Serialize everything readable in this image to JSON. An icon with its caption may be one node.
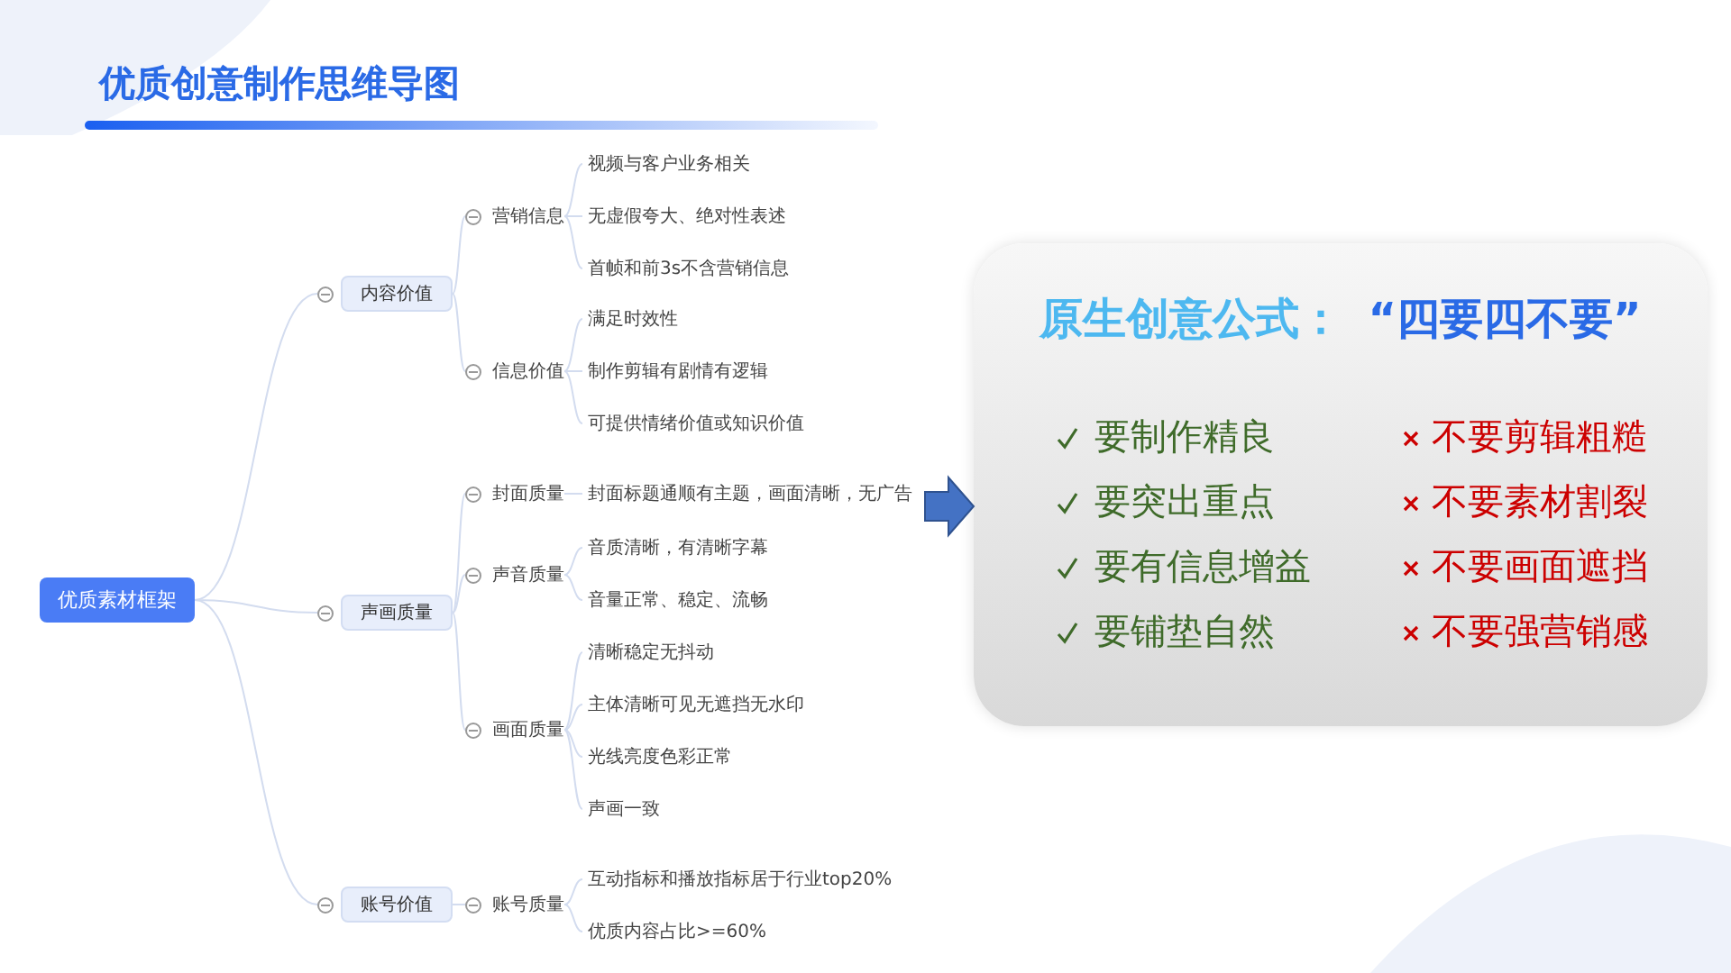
{
  "diagram": {
    "title": "优质创意制作思维导图",
    "nodes": [
      {
        "text": [
          "优质素材框架"
        ]
      },
      {
        "text": [
          "内容价值"
        ]
      },
      {
        "text": [
          "营销信息"
        ]
      },
      {
        "text": [
          "视频与客户业务相关"
        ]
      },
      {
        "text": [
          "无虚假夸大、绝对性表述"
        ]
      },
      {
        "text": [
          "首帧和前3s不含营销信息"
        ]
      },
      {
        "text": [
          "信息价值"
        ]
      },
      {
        "text": [
          "满足时效性"
        ]
      },
      {
        "text": [
          "制作剪辑有剧情有逻辑"
        ]
      },
      {
        "text": [
          "可提供情绪价值或知识价值"
        ]
      },
      {
        "text": [
          "声画质量"
        ]
      },
      {
        "text": [
          "封面质量"
        ]
      },
      {
        "text": [
          "封面标题通顺有主题，画面清晰，无广告"
        ]
      },
      {
        "text": [
          "声音质量"
        ]
      },
      {
        "text": [
          "音质清晰，有清晰字幕"
        ]
      },
      {
        "text": [
          "音量正常、稳定、流畅"
        ]
      },
      {
        "text": [
          "画面质量"
        ]
      },
      {
        "text": [
          "清晰稳定无抖动"
        ]
      },
      {
        "text": [
          "主体清晰可见无遮挡无水印"
        ]
      },
      {
        "text": [
          "光线亮度色彩正常"
        ]
      },
      {
        "text": [
          "声画一致"
        ]
      },
      {
        "text": [
          "账号价值"
        ]
      },
      {
        "text": [
          "账号质量"
        ]
      },
      {
        "text": [
          "互动指标和播放指标居于行业top20%"
        ]
      },
      {
        "text": [
          "优质内容占比>=60%"
        ]
      },
      {
        "text": [
          "原生创意公式：",
          "“四要四不要”",
          "要制作精良",
          "不要剪辑粗糙",
          "要突出重点",
          "不要素材割裂",
          "要有信息增益",
          "不要画面遮挡",
          "要铺垫自然",
          "不要强营销感"
        ]
      }
    ],
    "edges": [
      {
        "from": 0,
        "to": 1,
        "arrow": "none"
      },
      {
        "from": 1,
        "to": 2,
        "arrow": "none"
      },
      {
        "from": 2,
        "to": 3,
        "arrow": "none"
      },
      {
        "from": 2,
        "to": 4,
        "arrow": "none"
      },
      {
        "from": 2,
        "to": 5,
        "arrow": "none"
      },
      {
        "from": 1,
        "to": 6,
        "arrow": "none"
      },
      {
        "from": 6,
        "to": 7,
        "arrow": "none"
      },
      {
        "from": 6,
        "to": 8,
        "arrow": "none"
      },
      {
        "from": 6,
        "to": 9,
        "arrow": "none"
      },
      {
        "from": 0,
        "to": 10,
        "arrow": "none"
      },
      {
        "from": 10,
        "to": 11,
        "arrow": "none"
      },
      {
        "from": 11,
        "to": 12,
        "arrow": "none"
      },
      {
        "from": 10,
        "to": 13,
        "arrow": "none"
      },
      {
        "from": 13,
        "to": 14,
        "arrow": "none"
      },
      {
        "from": 13,
        "to": 15,
        "arrow": "none"
      },
      {
        "from": 10,
        "to": 16,
        "arrow": "none"
      },
      {
        "from": 16,
        "to": 17,
        "arrow": "none"
      },
      {
        "from": 16,
        "to": 18,
        "arrow": "none"
      },
      {
        "from": 16,
        "to": 19,
        "arrow": "none"
      },
      {
        "from": 16,
        "to": 20,
        "arrow": "none"
      },
      {
        "from": 0,
        "to": 21,
        "arrow": "none"
      },
      {
        "from": 21,
        "to": 22,
        "arrow": "none"
      },
      {
        "from": 22,
        "to": 23,
        "arrow": "none"
      },
      {
        "from": 22,
        "to": 24,
        "arrow": "none"
      },
      {
        "from": null,
        "to": 25,
        "arrow": "to",
        "style": "thick",
        "color": "#4472c4"
      }
    ]
  }
}
